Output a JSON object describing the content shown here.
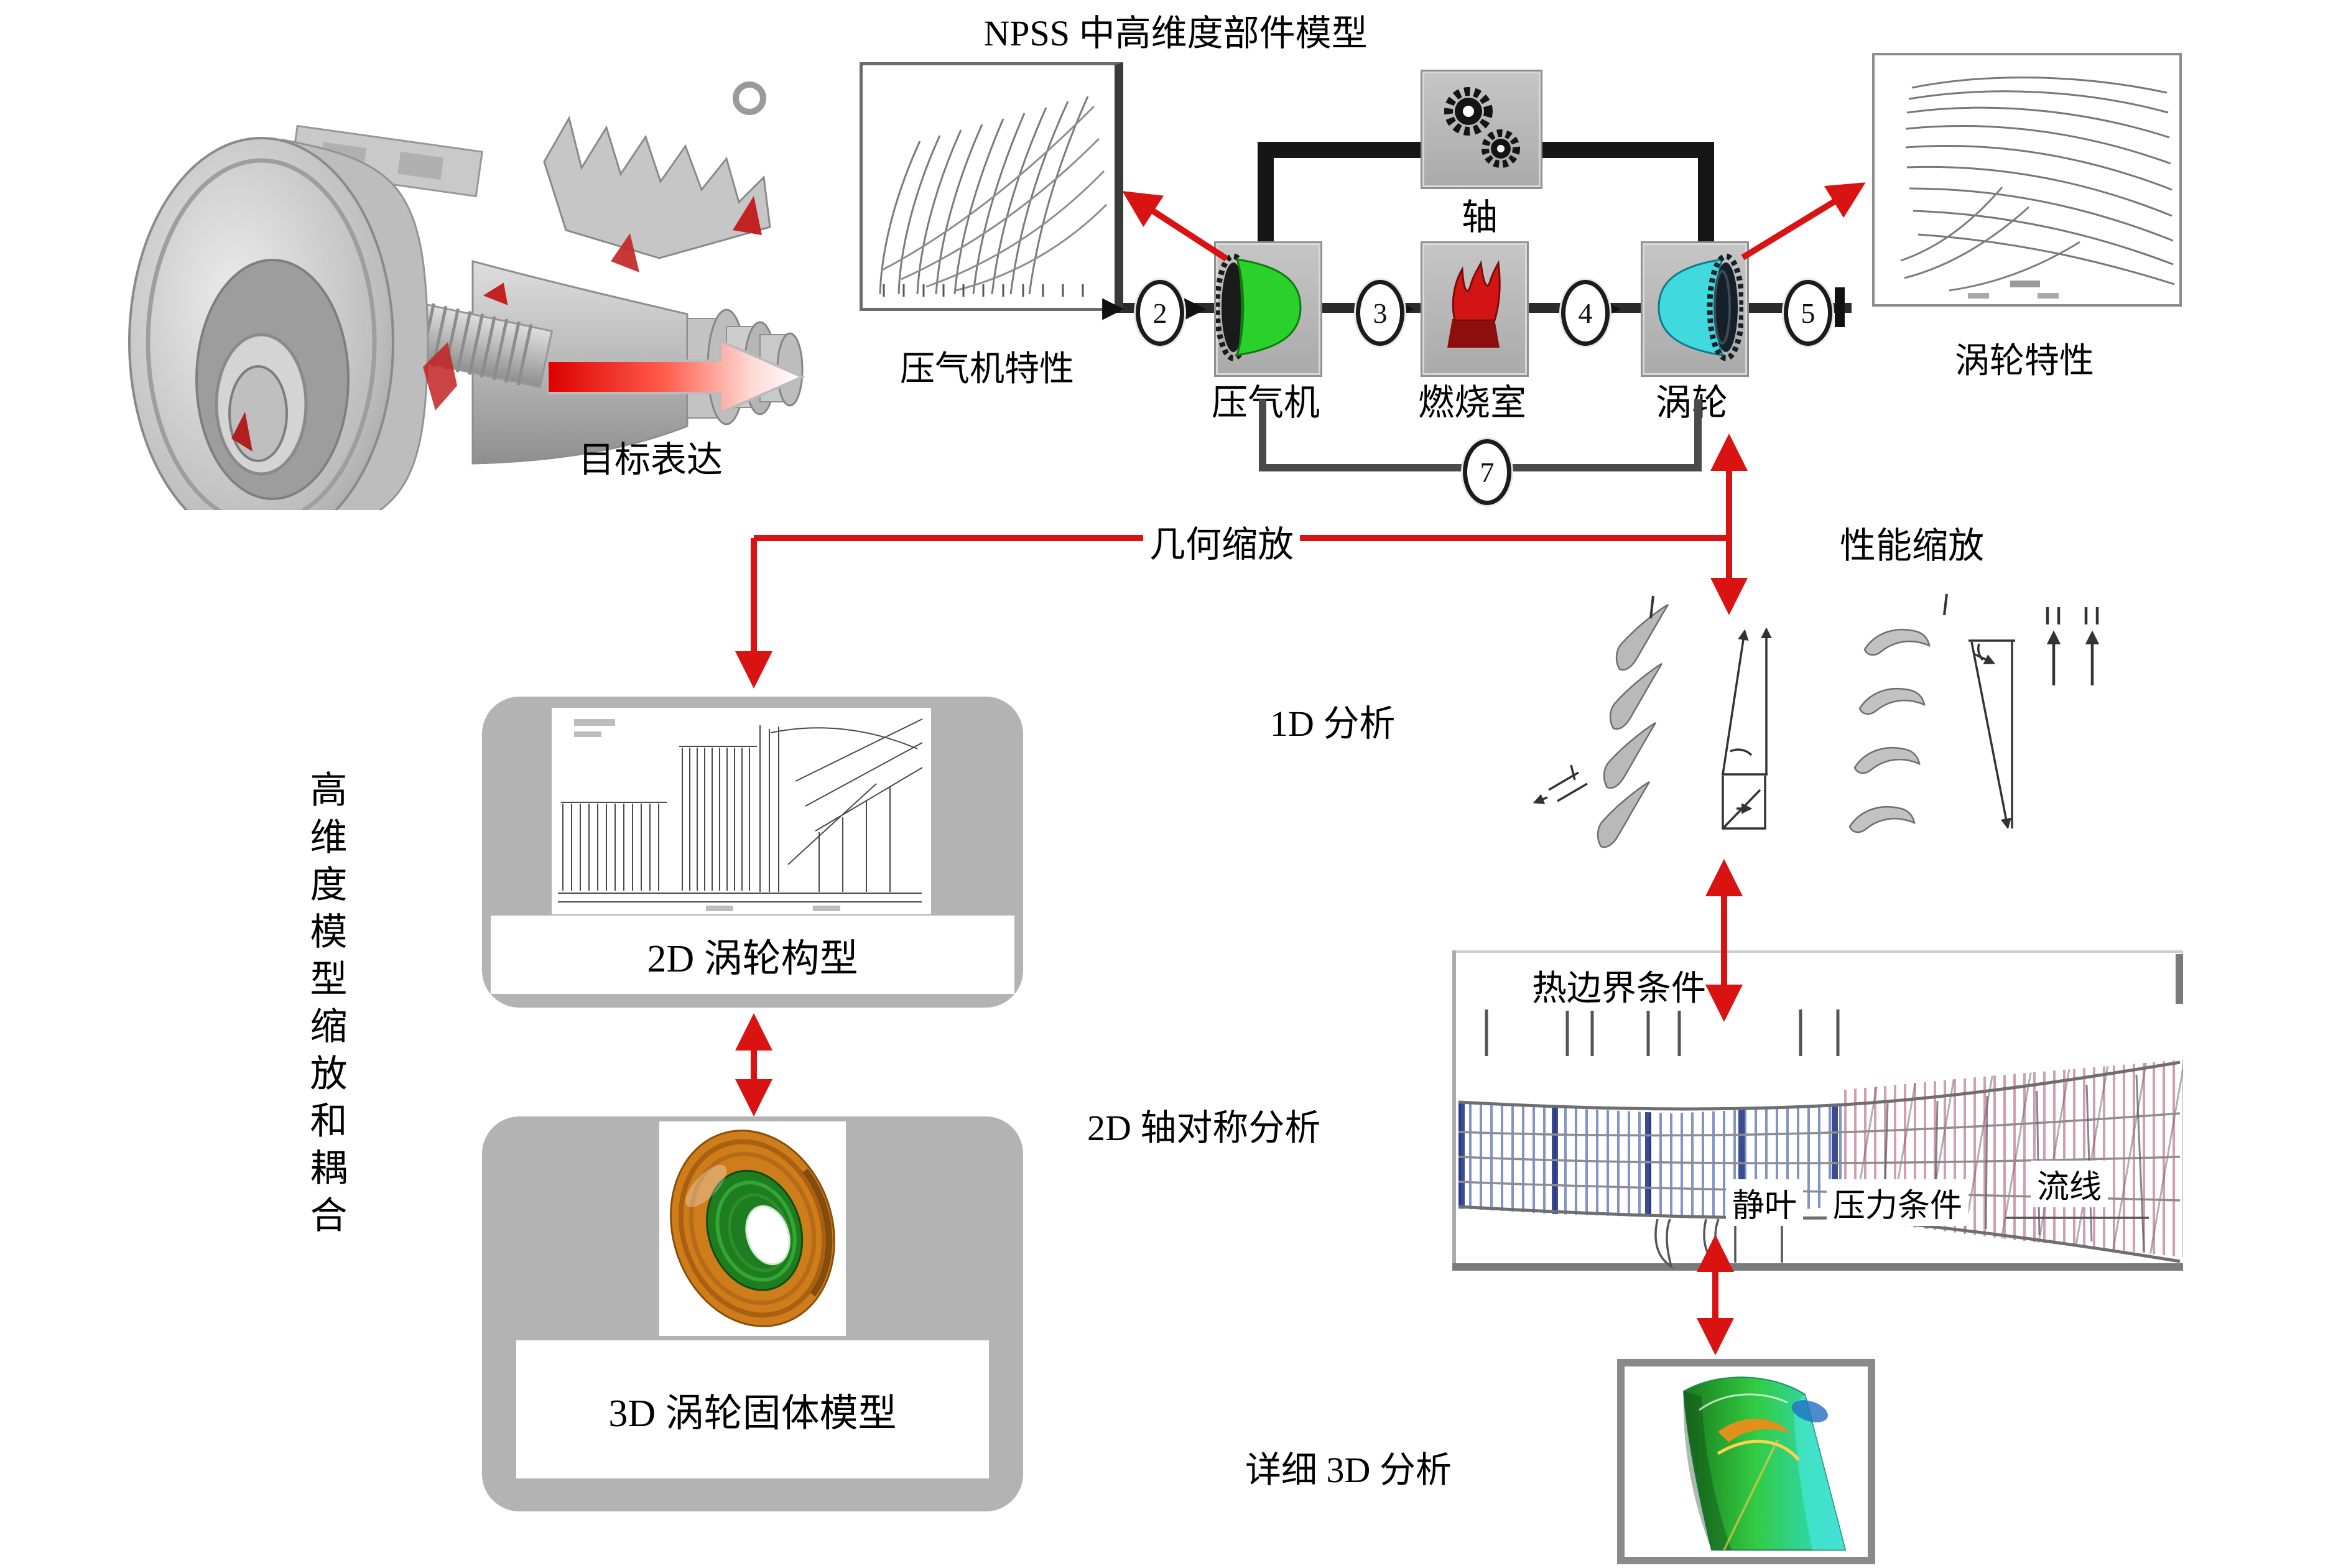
{
  "title": "NPSS 中高维度部件模型",
  "engine": {
    "caption": "目标表达"
  },
  "charts": {
    "compressor_map_label": "压气机特性",
    "turbine_map_label": "涡轮特性"
  },
  "flow": {
    "shaft_label": "轴",
    "compressor_label": "压气机",
    "combustor_label": "燃烧室",
    "turbine_label": "涡轮",
    "stations": {
      "s2": "2",
      "s3": "3",
      "s4": "4",
      "s5": "5",
      "s7": "7"
    }
  },
  "scaling": {
    "geometric": "几何缩放",
    "performance": "性能缩放"
  },
  "analysis": {
    "d1_label": "1D 分析",
    "d2_label": "2D 轴对称分析",
    "d3_label": "详细 3D 分析",
    "thermal_bc": "热边界条件",
    "stator": "静叶",
    "pressure_bc": "压力条件",
    "streamline": "流线"
  },
  "left_column": {
    "vertical_label": "高维度模型缩放和耦合",
    "box_2d_label": "2D 涡轮构型",
    "box_3d_label": "3D 涡轮固体模型"
  },
  "colors": {
    "accent_red": "#d91212",
    "box_gray": "#b3b3b3",
    "compressor_green": "#2bd12b",
    "turbine_cyan": "#3fd9de",
    "flame_red": "#d31414"
  }
}
